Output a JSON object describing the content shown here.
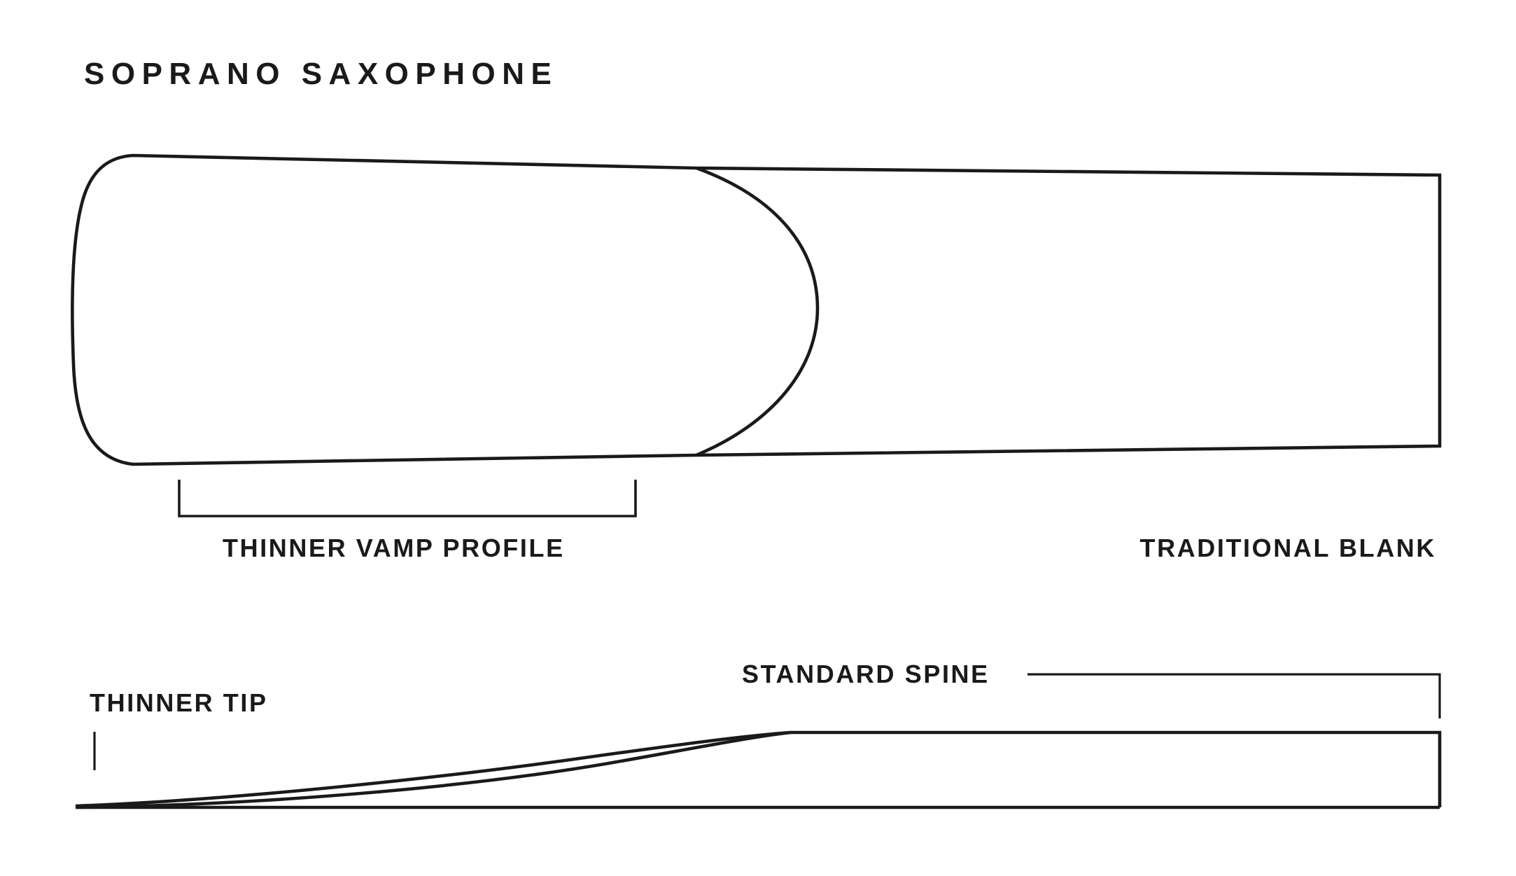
{
  "page": {
    "title": "SOPRANO SAXOPHONE",
    "background_color": "#ffffff",
    "line_color": "#1a1a1a",
    "text_color": "#1a1a1a"
  },
  "top_view": {
    "name": "reed-top-view",
    "labels": {
      "vamp": "THINNER VAMP PROFILE",
      "blank": "TRADITIONAL BLANK"
    }
  },
  "side_view": {
    "name": "reed-side-profile-view",
    "labels": {
      "tip": "THINNER TIP",
      "spine": "STANDARD SPINE"
    }
  },
  "chart_data": {
    "type": "diagram",
    "title": "SOPRANO SAXOPHONE",
    "subject": "saxophone reed construction diagram",
    "views": [
      {
        "name": "top view",
        "annotations": [
          "THINNER VAMP PROFILE",
          "TRADITIONAL BLANK"
        ]
      },
      {
        "name": "side profile view",
        "annotations": [
          "THINNER TIP",
          "STANDARD SPINE"
        ]
      }
    ]
  }
}
